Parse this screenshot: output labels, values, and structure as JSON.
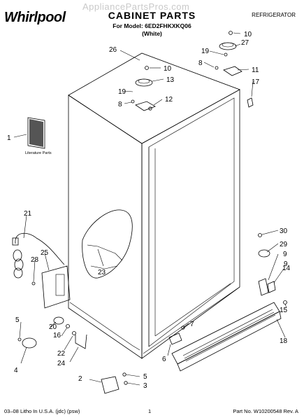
{
  "header": {
    "brand": "Whirlpool",
    "watermark": "AppliancePartsPros.com",
    "title": "CABINET PARTS",
    "model_line": "For Model: 6ED2FHKXKQ06",
    "color_line": "(White)",
    "category": "REFRIGERATOR"
  },
  "literature_label": "Literature Parts",
  "callouts": [
    "1",
    "2",
    "3",
    "4",
    "5",
    "5",
    "6",
    "7",
    "8",
    "8",
    "9",
    "9",
    "10",
    "10",
    "11",
    "12",
    "13",
    "14",
    "15",
    "16",
    "17",
    "18",
    "19",
    "19",
    "20",
    "21",
    "22",
    "23",
    "24",
    "25",
    "26",
    "27",
    "28",
    "29",
    "30"
  ],
  "footer": {
    "left": "03–08 Litho In U.S.A. (jdc) (psw)",
    "page": "1",
    "right": "Part No. W10200548 Rev. A"
  }
}
